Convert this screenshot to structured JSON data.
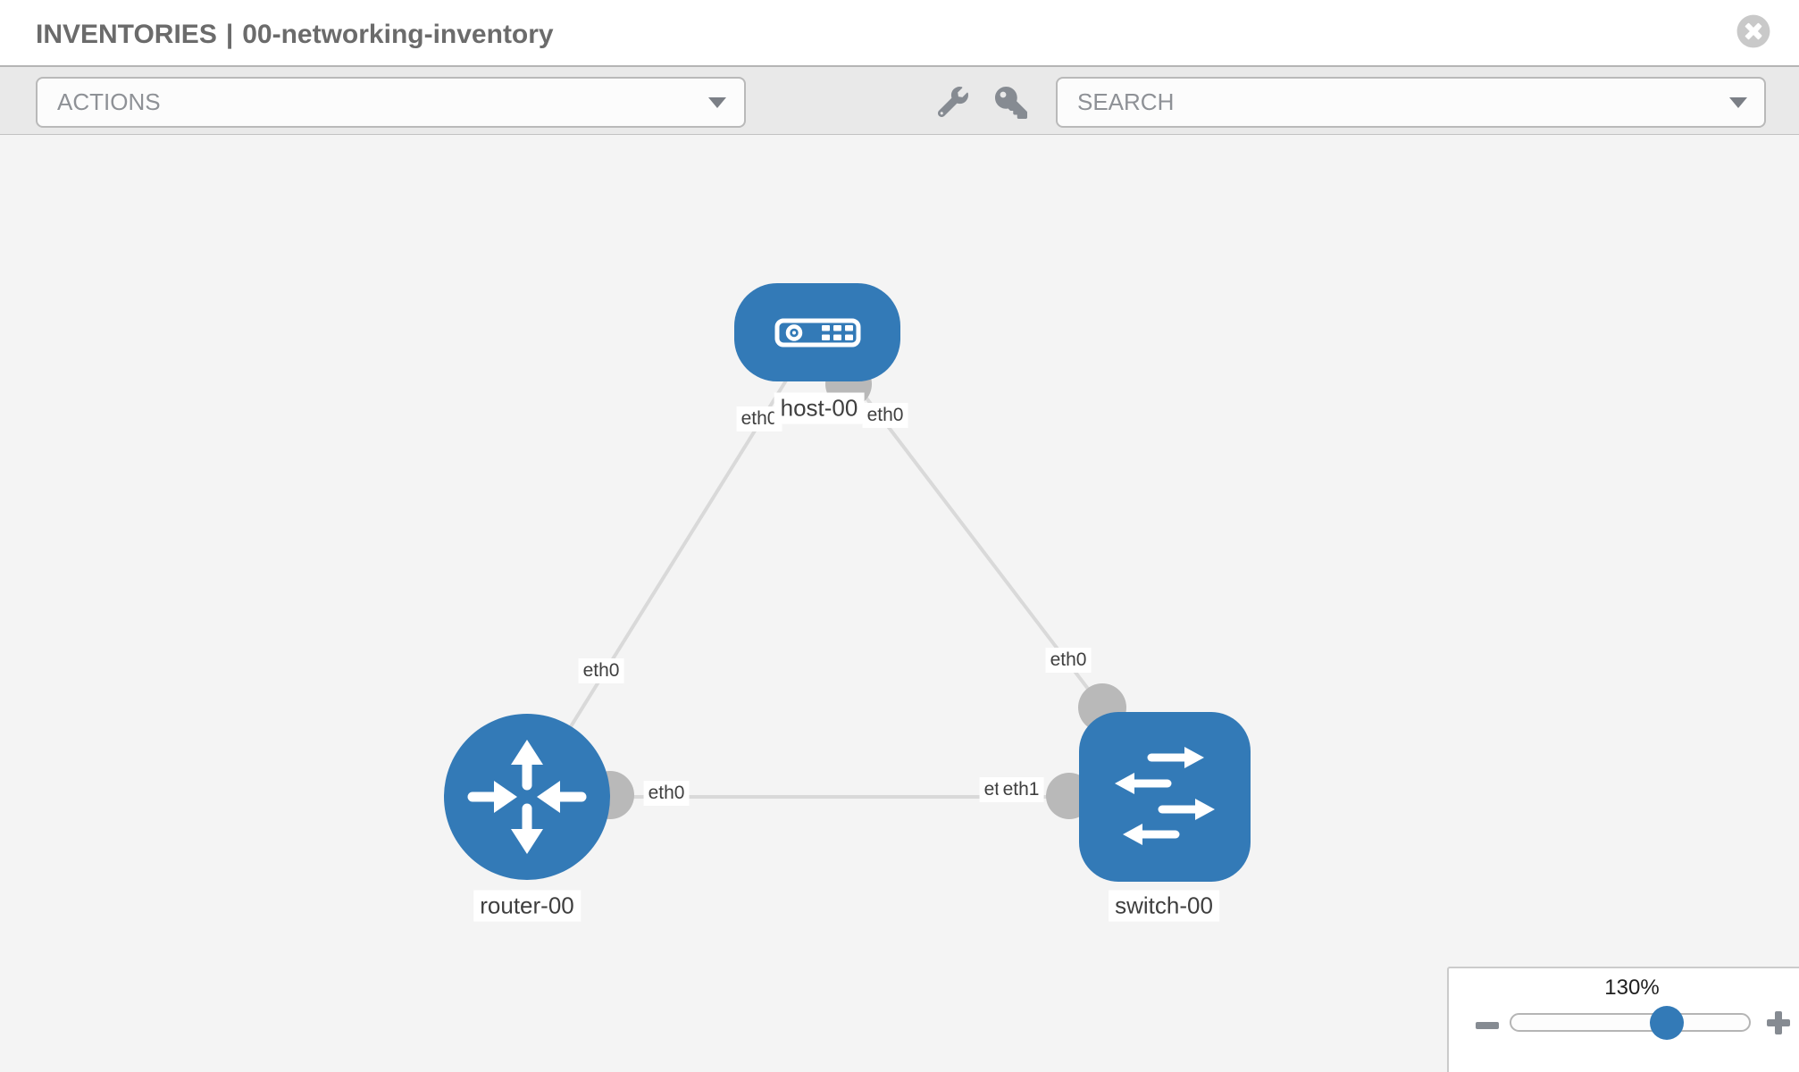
{
  "header": {
    "breadcrumb_primary": "INVENTORIES",
    "breadcrumb_separator": "|",
    "breadcrumb_secondary": "00-networking-inventory",
    "close_icon": "times-circle-icon"
  },
  "toolbar": {
    "actions_dropdown": {
      "placeholder": "ACTIONS",
      "chevron_icon": "chevron-down-icon"
    },
    "wrench_icon": "wrench-icon",
    "key_icon": "key-icon",
    "search_dropdown": {
      "placeholder": "SEARCH",
      "chevron_icon": "chevron-down-icon"
    }
  },
  "topology": {
    "nodes": [
      {
        "label": "host-00",
        "type": "host",
        "shape": "rounded-rect",
        "icon": "host-device-icon"
      },
      {
        "label": "router-00",
        "type": "router",
        "shape": "circle",
        "icon": "router-arrows-icon"
      },
      {
        "label": "switch-00",
        "type": "switch",
        "shape": "rounded-square",
        "icon": "switch-arrows-icon"
      }
    ],
    "links": [
      {
        "from": "host-00",
        "from_interface": "eth0",
        "to": "router-00",
        "to_interface": "eth0"
      },
      {
        "from": "host-00",
        "from_interface": "eth0",
        "to": "switch-00",
        "to_interface": "eth0"
      },
      {
        "from": "router-00",
        "from_interface": "eth0",
        "to": "switch-00",
        "to_interface": "eth1"
      }
    ],
    "interface_labels": [
      {
        "text": "eth0",
        "node": "host-00",
        "position": "host-bottom-left"
      },
      {
        "text": "eth0",
        "node": "host-00",
        "position": "host-bottom-right"
      },
      {
        "text": "eth0",
        "node": "router-00",
        "position": "router-top-link"
      },
      {
        "text": "eth0",
        "node": "router-00",
        "position": "router-right-link"
      },
      {
        "text": "eth0",
        "node": "switch-00",
        "position": "switch-top-link"
      },
      {
        "text": "eth0",
        "node": "switch-00",
        "position": "switch-left-link-partially-hidden"
      },
      {
        "text": "eth1",
        "node": "switch-00",
        "position": "switch-left-link"
      }
    ]
  },
  "zoom_control": {
    "value": "130%",
    "minus_icon": "minus-icon",
    "plus_icon": "plus-icon",
    "slider_fraction": 0.645
  },
  "colors": {
    "node_blue": "#337ab7",
    "link_gray": "#d9d9d9",
    "interface_gray": "#b9b9b9",
    "toolbar_bg": "#e9e9e9",
    "canvas_bg": "#f4f4f4",
    "icon_gray": "#868b92",
    "close_icon_gray": "#c9c9c9",
    "title_gray": "#6b6b6b"
  }
}
